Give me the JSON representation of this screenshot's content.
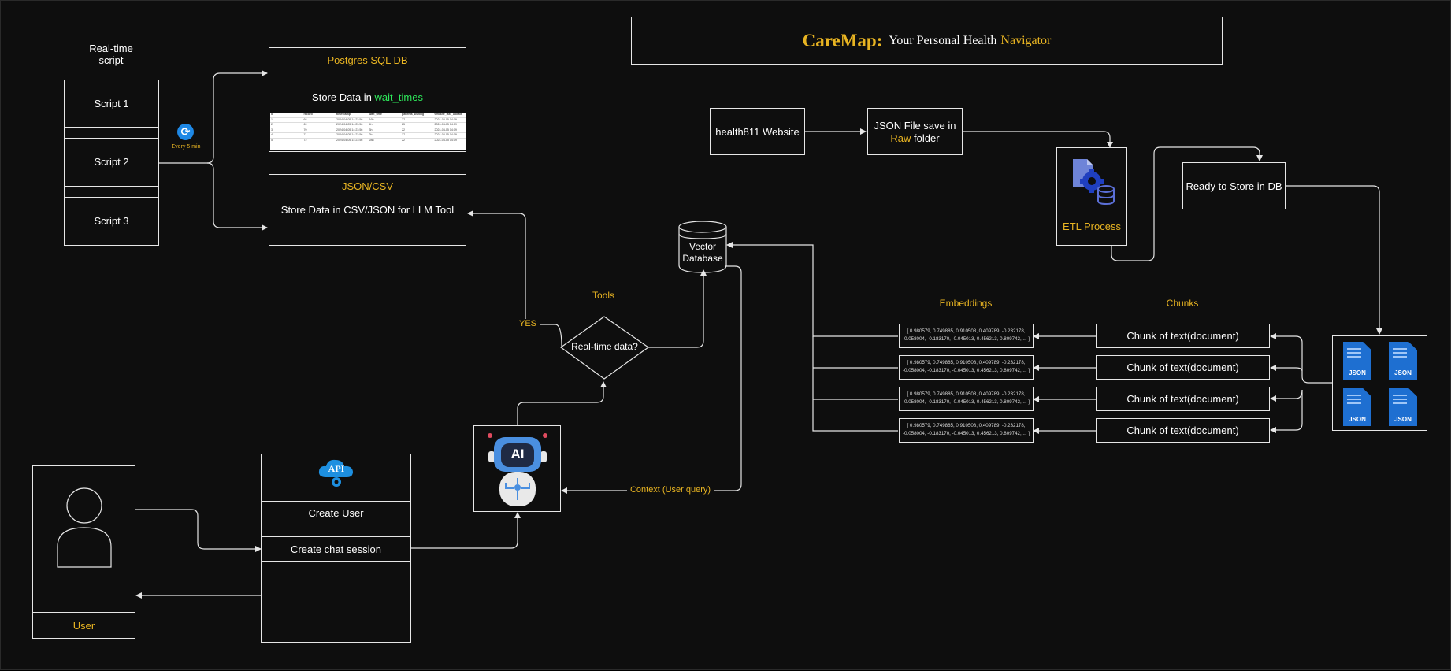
{
  "title": {
    "brand": "CareMap:",
    "middle": "Your Personal Health",
    "tail": "Navigator"
  },
  "scripts": {
    "header": "Real-time script",
    "items": [
      "Script 1",
      "Script 2",
      "Script 3"
    ],
    "refresh_label": "Every 5 min"
  },
  "postgres": {
    "title": "Postgres SQL DB",
    "store_prefix": "Store Data in",
    "table_name": "wait_times",
    "table_headers": [
      "id",
      "record",
      "timestamp",
      "wait_time",
      "patients_waiting",
      "website_last_update"
    ],
    "table_rows": [
      [
        "1",
        "68",
        "2024-04-05 14:23:56",
        "16h",
        "27",
        "2024-04-05 14:19"
      ],
      [
        "2",
        "69",
        "2024-04-05 14:23:56",
        "4h",
        "25",
        "2024-04-05 14:19"
      ],
      [
        "3",
        "70",
        "2024-04-05 14:23:56",
        "3h",
        "22",
        "2024-04-05 14:19"
      ],
      [
        "4",
        "71",
        "2024-04-05 14:23:56",
        "2h",
        "17",
        "2024-04-05 14:19"
      ],
      [
        "5",
        "72",
        "2024-04-05 14:23:56",
        "28h",
        "22",
        "2024-04-05 14:19"
      ]
    ]
  },
  "json_csv": {
    "title": "JSON/CSV",
    "body": "Store Data in CSV/JSON for LLM Tool"
  },
  "health811": {
    "label": "health811 Website"
  },
  "json_raw": {
    "line1": "JSON File save in",
    "raw": "Raw",
    "line2_suffix": "folder"
  },
  "etl": {
    "label": "ETL Process"
  },
  "ready": {
    "label": "Ready to Store in DB"
  },
  "vector_db": {
    "line1": "Vector",
    "line2": "Database"
  },
  "tools": {
    "label": "Tools",
    "decision": "Real-time data?",
    "yes": "YES"
  },
  "embeddings": {
    "header": "Embeddings",
    "line1": "[ 0.980579,  0.749885,  0.910508,  0.409789, -0.232178,",
    "line2": "-0.058004, -0.183170, -0.045013,  0.456213,  0.809742, ... ]"
  },
  "chunks": {
    "header": "Chunks",
    "items": [
      "Chunk of text(document)",
      "Chunk of text(document)",
      "Chunk of text(document)",
      "Chunk of text(document)"
    ]
  },
  "json_icon_text": "JSON",
  "api": {
    "icon_text": "API",
    "create_user": "Create User",
    "create_chat": "Create chat session"
  },
  "ai": {
    "icon_text": "AI"
  },
  "context_label": "Context (User query)",
  "user": {
    "label": "User"
  },
  "colors": {
    "accent": "#e8b422",
    "green": "#2ee65a",
    "stroke": "#e6e6e6",
    "background": "#0e0e0e",
    "blue": "#1e88e5"
  }
}
